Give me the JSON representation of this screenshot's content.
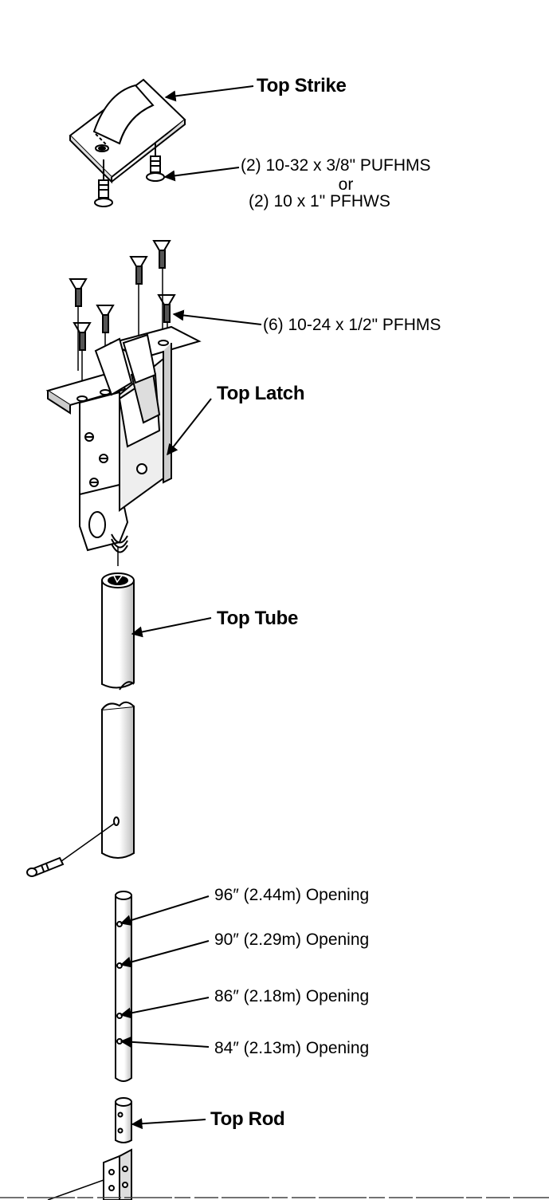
{
  "labels": {
    "top_strike": "Top Strike",
    "strike_screw_a": "(2) 10-32 x 3/8\" PUFHMS",
    "strike_or": "or",
    "strike_screw_b": "(2) 10 x 1\" PFHWS",
    "latch_screws": "(6) 10-24 x 1/2\" PFHMS",
    "top_latch": "Top Latch",
    "top_tube": "Top Tube",
    "top_rod": "Top Rod"
  },
  "openings": [
    "96″ (2.44m) Opening",
    "90″ (2.29m) Opening",
    "86″ (2.18m) Opening",
    "84″ (2.13m) Opening"
  ],
  "colors": {
    "ink": "#000000",
    "paper": "#ffffff",
    "shade": "#9a9a9a"
  }
}
